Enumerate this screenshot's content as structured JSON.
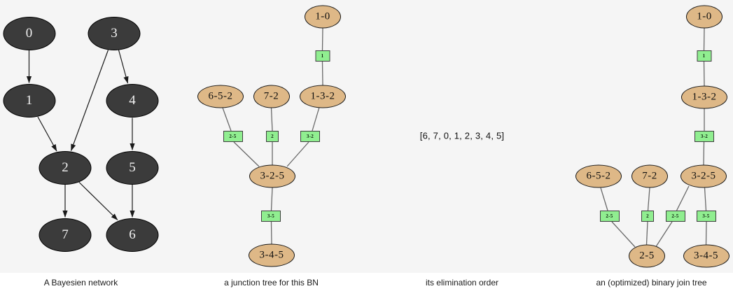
{
  "colors": {
    "background": "#f5f5f5",
    "caption_strip": "#ffffff",
    "bn_node_fill": "#3b3b3b",
    "bn_node_text": "#f2f2f2",
    "clique_fill": "#deb887",
    "separator_fill": "#90ee90",
    "edge_line": "#696969",
    "arrow": "#1a1a1a"
  },
  "panels": {
    "bn": {
      "caption": "A Bayesien network",
      "nodes": {
        "n0": "0",
        "n1": "1",
        "n2": "2",
        "n3": "3",
        "n4": "4",
        "n5": "5",
        "n6": "6",
        "n7": "7"
      }
    },
    "jt": {
      "caption": "a junction tree for this BN",
      "cliques": {
        "c10": "1-0",
        "c652": "6-5-2",
        "c72": "7-2",
        "c132": "1-3-2",
        "c325": "3-2-5",
        "c345": "3-4-5"
      },
      "seps": {
        "s1": "1",
        "s25": "2-5",
        "s2": "2",
        "s32": "3-2",
        "s35": "3-5"
      }
    },
    "elim": {
      "caption": "its elimination order",
      "order_text": "[6, 7, 0, 1, 2, 3, 4, 5]"
    },
    "bjt": {
      "caption": "an (optimized) binary join tree",
      "cliques": {
        "c10": "1-0",
        "c132": "1-3-2",
        "c652": "6-5-2",
        "c72": "7-2",
        "c325": "3-2-5",
        "c25": "2-5",
        "c345": "3-4-5"
      },
      "seps": {
        "s1": "1",
        "s32": "3-2",
        "s25a": "2-5",
        "s2": "2",
        "s25b": "2-5",
        "s35": "3-5"
      }
    }
  }
}
